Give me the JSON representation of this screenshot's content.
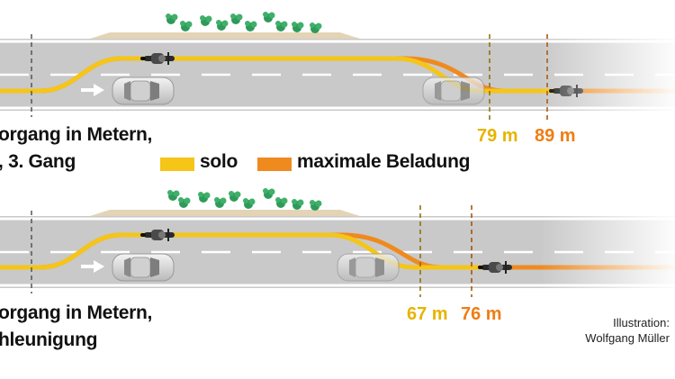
{
  "colors": {
    "solo": "#f5c518",
    "max_load": "#ef8a1f",
    "road": "#c9c9c9",
    "lane_line": "#ffffff",
    "greenery": "#2f9a5a"
  },
  "legend": {
    "solo_label": "solo",
    "max_label": "maximale Beladung"
  },
  "panels": [
    {
      "caption_line1": "organg in Metern,",
      "caption_line2": ", 3. Gang",
      "solo_distance": "79 m",
      "max_distance": "89 m"
    },
    {
      "caption_line1": "organg in Metern,",
      "caption_line2": "hleunigung",
      "solo_distance": "67 m",
      "max_distance": "76 m"
    }
  ],
  "credit": {
    "line1": "Illustration:",
    "line2": "Wolfgang Müller"
  },
  "icons": {
    "car": "car-icon",
    "motorcycle": "motorcycle-icon",
    "arrow": "arrow-right-icon",
    "bush": "bush-icon"
  }
}
